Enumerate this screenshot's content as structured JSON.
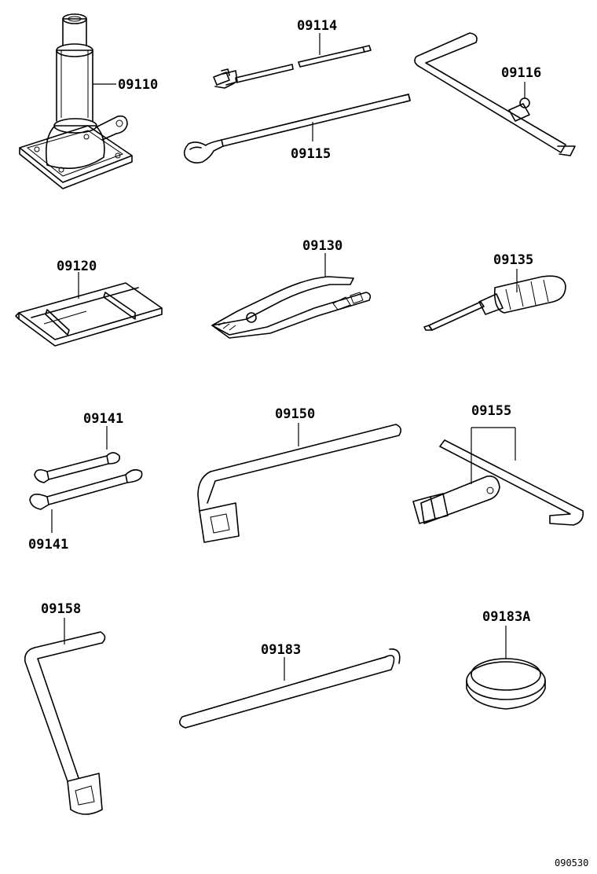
{
  "diagram": {
    "drawing_code": "090530",
    "parts": [
      {
        "id": "jack",
        "label": "09110",
        "icon": "jack-icon"
      },
      {
        "id": "jack-handle",
        "label": "09114",
        "icon": "jack-handle-icon"
      },
      {
        "id": "hook-bar",
        "label": "09115",
        "icon": "hook-bar-icon"
      },
      {
        "id": "crank-handle",
        "label": "09116",
        "icon": "crank-handle-icon"
      },
      {
        "id": "tool-bag",
        "label": "09120",
        "icon": "tool-bag-icon"
      },
      {
        "id": "pliers",
        "label": "09130",
        "icon": "pliers-icon"
      },
      {
        "id": "screwdriver",
        "label": "09135",
        "icon": "screwdriver-icon"
      },
      {
        "id": "wrench-top",
        "label": "09141",
        "icon": "open-end-wrench-icon"
      },
      {
        "id": "wrench-bottom",
        "label": "09141",
        "icon": "open-end-wrench-icon"
      },
      {
        "id": "lug-wrench",
        "label": "09150",
        "icon": "lug-wrench-icon"
      },
      {
        "id": "plug-wrench",
        "label": "09155",
        "icon": "spark-plug-wrench-icon"
      },
      {
        "id": "box-wrench",
        "label": "09158",
        "icon": "box-wrench-icon"
      },
      {
        "id": "tire-lever",
        "label": "09183",
        "icon": "tire-lever-icon"
      },
      {
        "id": "cap",
        "label": "09183A",
        "icon": "cap-icon"
      }
    ]
  }
}
